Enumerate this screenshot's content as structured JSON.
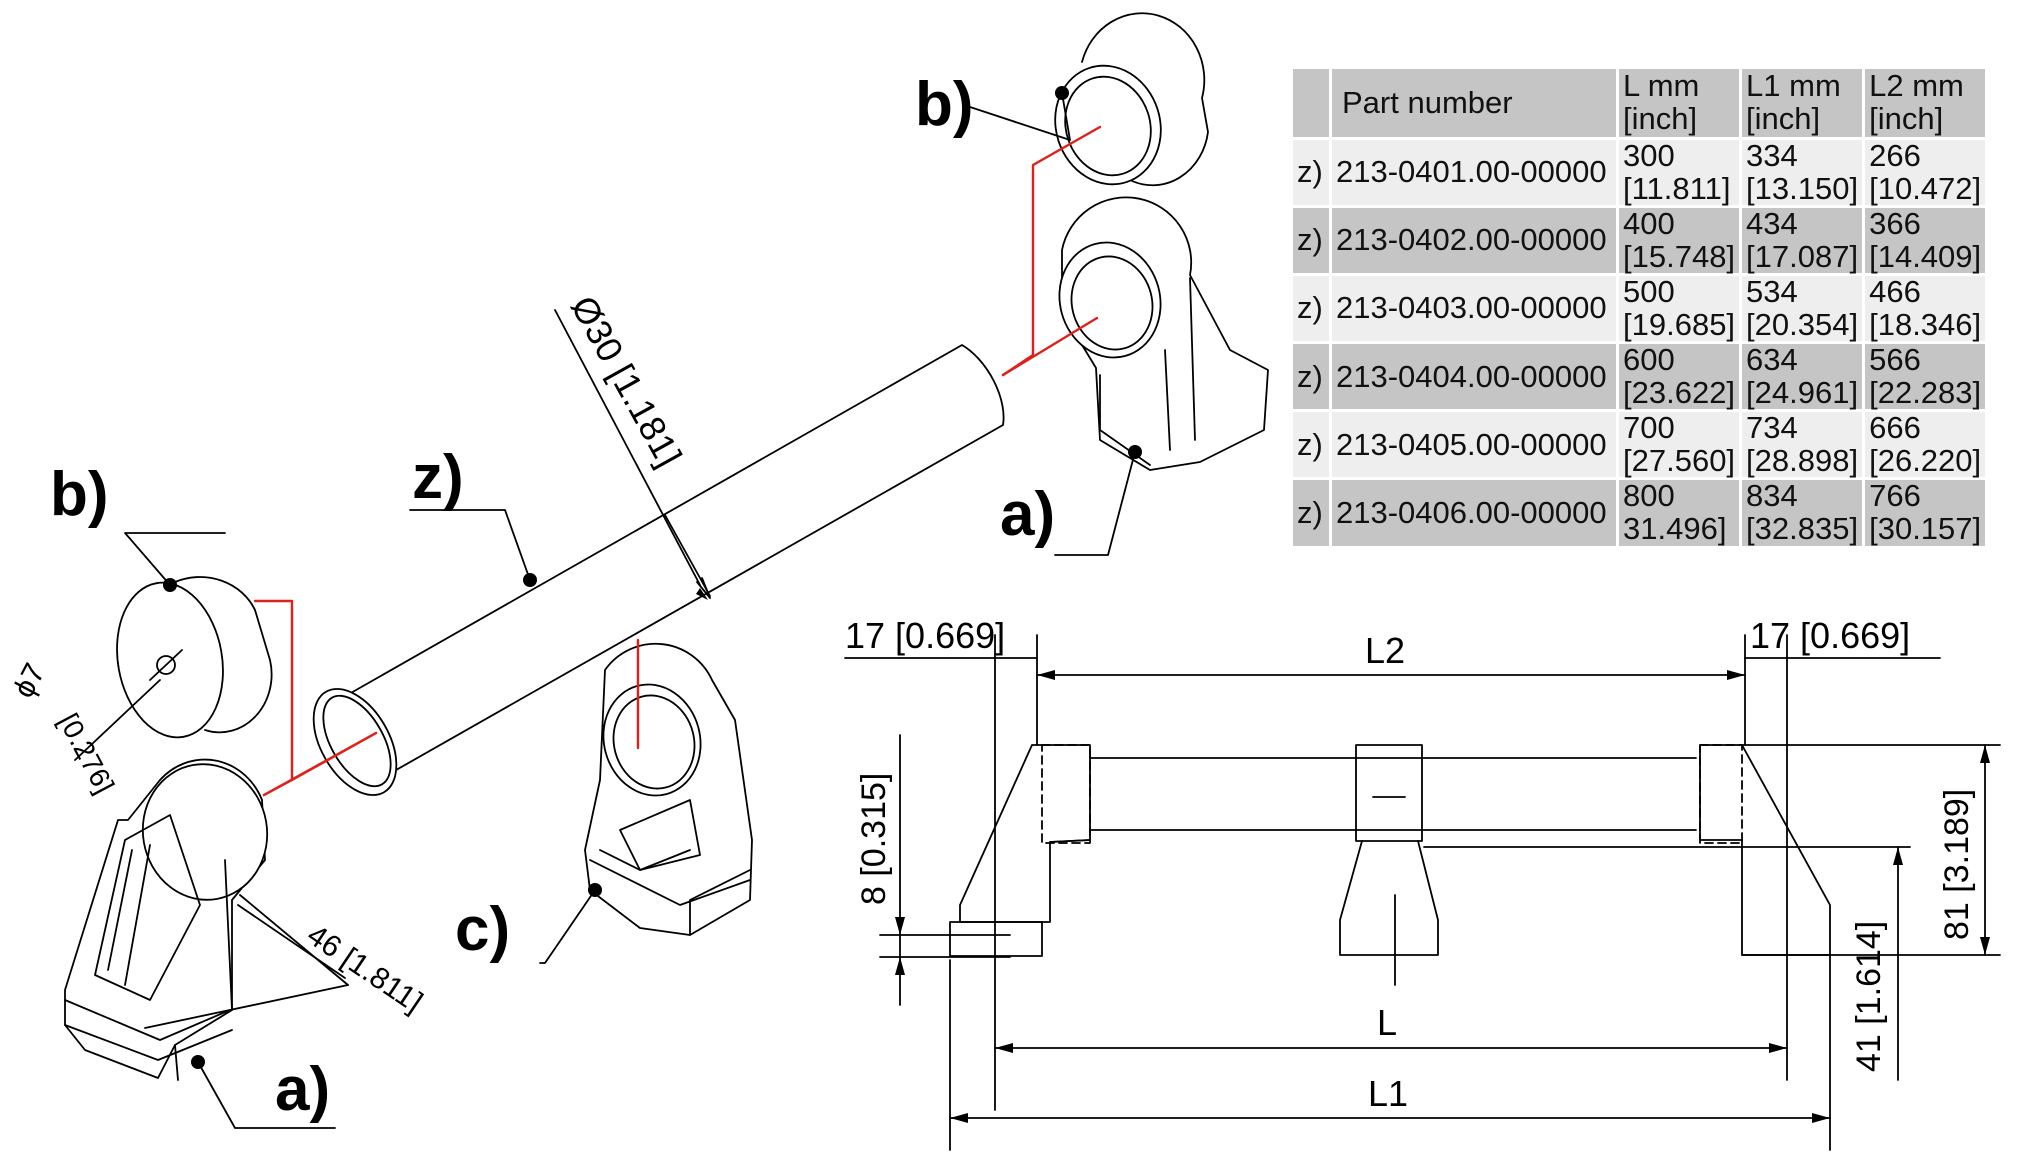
{
  "table": {
    "headers": [
      "",
      "Part number",
      "L mm\n[inch]",
      "L1 mm\n[inch]",
      "L2 mm\n[inch]"
    ],
    "header_lines": [
      {
        "a": "",
        "b": ""
      },
      {
        "a": "Part number",
        "b": ""
      },
      {
        "a": "L mm",
        "b": "[inch]"
      },
      {
        "a": "L1 mm",
        "b": "[inch]"
      },
      {
        "a": "L2 mm",
        "b": "[inch]"
      }
    ],
    "rows": [
      {
        "tag": "z)",
        "part": "213-0401.00-00000",
        "L_mm": "300",
        "L_in": "[11.811]",
        "L1_mm": "334",
        "L1_in": "[13.150]",
        "L2_mm": "266",
        "L2_in": "[10.472]"
      },
      {
        "tag": "z)",
        "part": "213-0402.00-00000",
        "L_mm": "400",
        "L_in": "[15.748]",
        "L1_mm": "434",
        "L1_in": "[17.087]",
        "L2_mm": "366",
        "L2_in": "[14.409]"
      },
      {
        "tag": "z)",
        "part": "213-0403.00-00000",
        "L_mm": "500",
        "L_in": "[19.685]",
        "L1_mm": "534",
        "L1_in": "[20.354]",
        "L2_mm": "466",
        "L2_in": "[18.346]"
      },
      {
        "tag": "z)",
        "part": "213-0404.00-00000",
        "L_mm": "600",
        "L_in": "[23.622]",
        "L1_mm": "634",
        "L1_in": "[24.961]",
        "L2_mm": "566",
        "L2_in": "[22.283]"
      },
      {
        "tag": "z)",
        "part": "213-0405.00-00000",
        "L_mm": "700",
        "L_in": "[27.560]",
        "L1_mm": "734",
        "L1_in": "[28.898]",
        "L2_mm": "666",
        "L2_in": "[26.220]"
      },
      {
        "tag": "z)",
        "part": "213-0406.00-00000",
        "L_mm": "800",
        "L_in": "31.496]",
        "L1_mm": "834",
        "L1_in": "[32.835]",
        "L2_mm": "766",
        "L2_in": "[30.157]"
      }
    ]
  },
  "labels": {
    "a_top": "a)",
    "a_bottom": "a)",
    "b_top": "b)",
    "b_left": "b)",
    "c": "c)",
    "z": "z)"
  },
  "dims": {
    "tube_diameter": "Ø30 [1.181]",
    "hole_diameter": "ϕ7",
    "hole_diameter_in": "[0.276]",
    "foot_width": "46 [1.811]",
    "offset_left": "17 [0.669]",
    "offset_right": "17 [0.669]",
    "L2": "L2",
    "L": "L",
    "L1": "L1",
    "height_small": "8 [0.315]",
    "height_mid": "41 [1.614]",
    "height_total": "81 [3.189]"
  },
  "colors": {
    "line": "#000000",
    "centerline": "#e0201b",
    "table_shade": "#c6c5c5",
    "table_plain": "#eeeeee"
  }
}
